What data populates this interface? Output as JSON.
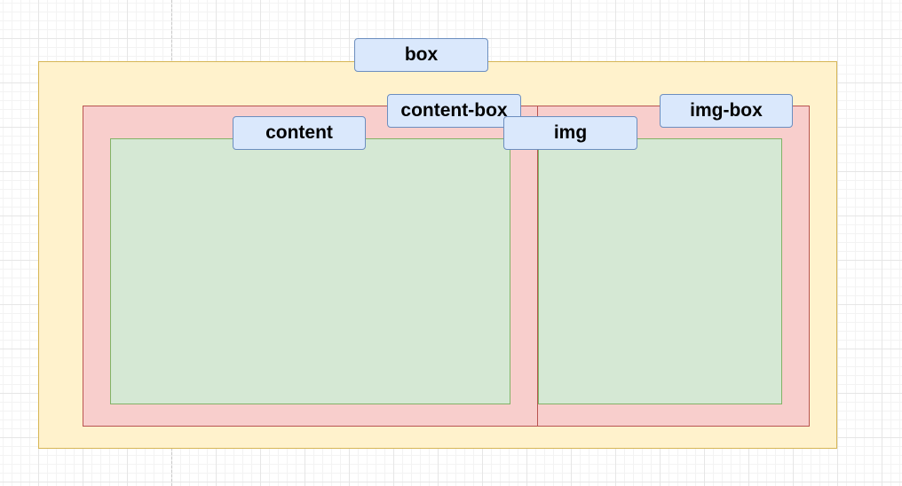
{
  "diagram": {
    "labels": {
      "box": "box",
      "content_box": "content-box",
      "content": "content",
      "img": "img",
      "img_box": "img-box"
    },
    "colors": {
      "box_fill": "#fff2cc",
      "box_stroke": "#d6b656",
      "container_fill": "#f8cecc",
      "container_stroke": "#b85450",
      "inner_fill": "#d5e8d4",
      "inner_stroke": "#82b366",
      "label_fill": "#dae8fc",
      "label_stroke": "#6c8ebf"
    }
  }
}
